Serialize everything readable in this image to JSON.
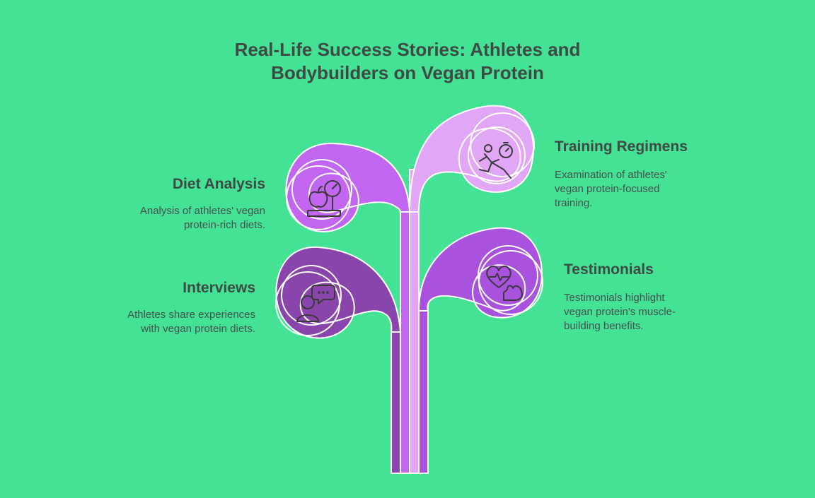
{
  "title": {
    "line1": "Real-Life Success Stories: Athletes and",
    "line2": "Bodybuilders on Vegan Protein"
  },
  "colors": {
    "background": "#44e295",
    "diet": "#c265f0",
    "training": "#e2a6f7",
    "interviews": "#8a45ad",
    "testimonials": "#a852de",
    "text": "#3f4a45"
  },
  "items": [
    {
      "key": "diet",
      "heading": "Diet Analysis",
      "desc_lines": [
        "Analysis of athletes' vegan",
        "protein-rich diets."
      ],
      "icon": "scale-apple-icon"
    },
    {
      "key": "training",
      "heading": "Training Regimens",
      "desc_lines": [
        "Examination of athletes'",
        "vegan protein-focused",
        "training."
      ],
      "icon": "runner-stopwatch-icon"
    },
    {
      "key": "interviews",
      "heading": "Interviews",
      "desc_lines": [
        "Athletes share experiences",
        "with vegan protein diets."
      ],
      "icon": "person-speech-bubble-icon"
    },
    {
      "key": "testimonials",
      "heading": "Testimonials",
      "desc_lines": [
        "Testimonials highlight",
        "vegan protein's muscle-",
        "building benefits."
      ],
      "icon": "heart-muscle-icon"
    }
  ]
}
